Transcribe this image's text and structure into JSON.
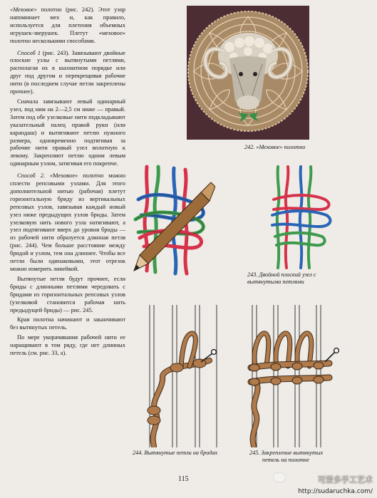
{
  "text": {
    "p1_a": "«Меховое»",
    "p1_b": " полотно (рис. 242). Этот узор напоминает мех и, как правило, используется для плетения объемных игрушек-зверушек. Плетут «меховое» полотно несколькими способами.",
    "s1_head": "Способ 1",
    "s1_body": " (рис. 243). Завязывают двойные плоские узлы с вытянутыми петлями, располагая их в шахматном порядке или друг под другом и перекрещивая рабочие нити (в последнем случае петли закреплены прочнее).",
    "p3": "Сначала завязывают левый одинарный узел, под ним на 2—2,5 см ниже — правый. Затем под обе узелковые нити подкладывают указательный палец правой руки (или карандаш) и вытягивают петлю нужного размера, одновременно подтягивая за рабочие нити правый узел вплотную к левому. Закрепляют петлю одним левым одинарным узлом, затягивая его покрепче.",
    "s2_head": "Способ 2",
    "s2_body": ". «Меховое» полотно можно сплести репсовыми узлами. Для этого дополнительной нитью (рабочая) плетут горизонтальную бриду из вертикальных репсовых узлов, завязывая каждый новый узел ниже предыдущих узлов бриды. Затем узелковую нить нового узла натягивают, а узел подтягивают вверх до уровня бриды — из рабочей нити образуется длинная петля (рис. 244). Чем больше расстояние между бридой и узлом, тем она длиннее. Чтобы все петли были одинаковыми, этот отрезок можно измерить линейкой.",
    "p5": "Вытянутые петли будут прочнее, если бриды с длинными петлями чередовать с бридами из горизонтальных репсовых узлов (узелковой становится рабочая нить предыдущей бриды) — рис. 245.",
    "p6": "Края полотна начинают и заканчивают без вытянутых петель.",
    "p7": "По мере укорачивания рабочей нити ее наращивают в том ряду, где нет длинных петель (см. рис. 33, а)."
  },
  "captions": {
    "c242": "242. «Меховое» полотно",
    "c243_l1": "243. Двойной плоский узел с",
    "c243_l2": "вытянутыми петлями",
    "c244": "244. Вытянутые петли на бридах",
    "c245_l1": "245. Закрепление вытянутых",
    "c245_l2": "петель на полотне"
  },
  "page_number": "115",
  "watermark": {
    "text": "可爱多手工艺术",
    "url": "http://sudaruchka.com/"
  },
  "colors": {
    "page": "#efece7",
    "photo_bg": "#4c2d33",
    "cord_green": "#3e9a4c",
    "cord_red": "#d6324a",
    "cord_blue": "#2a64b6",
    "cord_brown": "#b07a4a"
  }
}
